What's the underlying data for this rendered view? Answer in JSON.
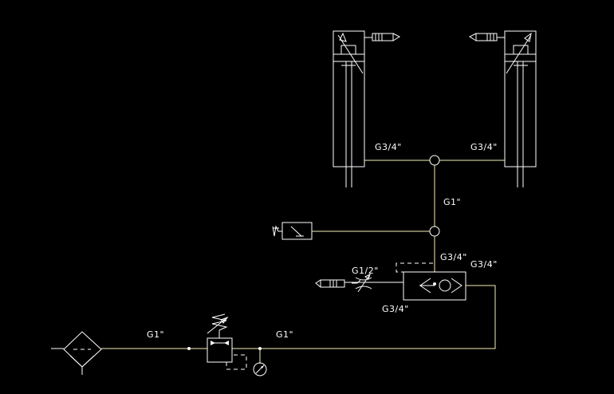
{
  "colors": {
    "background": "#000000",
    "symbol": "#ffffff",
    "pipe": "#f4f1b8"
  },
  "labels": {
    "left_cylinder_port": "G3/4\"",
    "right_cylinder_port": "G3/4\"",
    "manifold_line": "G1\"",
    "shuttle_top": "G3/4\"",
    "shuttle_right": "G3/4\"",
    "throttle": "G1/2\"",
    "shuttle_bottom": "G3/4\"",
    "supply_left": "G1\"",
    "supply_right": "G1\""
  },
  "icons": {
    "cylinders": "double-acting-cylinder-icon",
    "valve": "manual-valve-icon",
    "regulator": "pressure-regulator-icon",
    "filter": "filter-icon",
    "gauge": "pressure-gauge-icon",
    "shuttle": "shuttle-valve-icon",
    "throttle": "throttle-valve-icon"
  }
}
